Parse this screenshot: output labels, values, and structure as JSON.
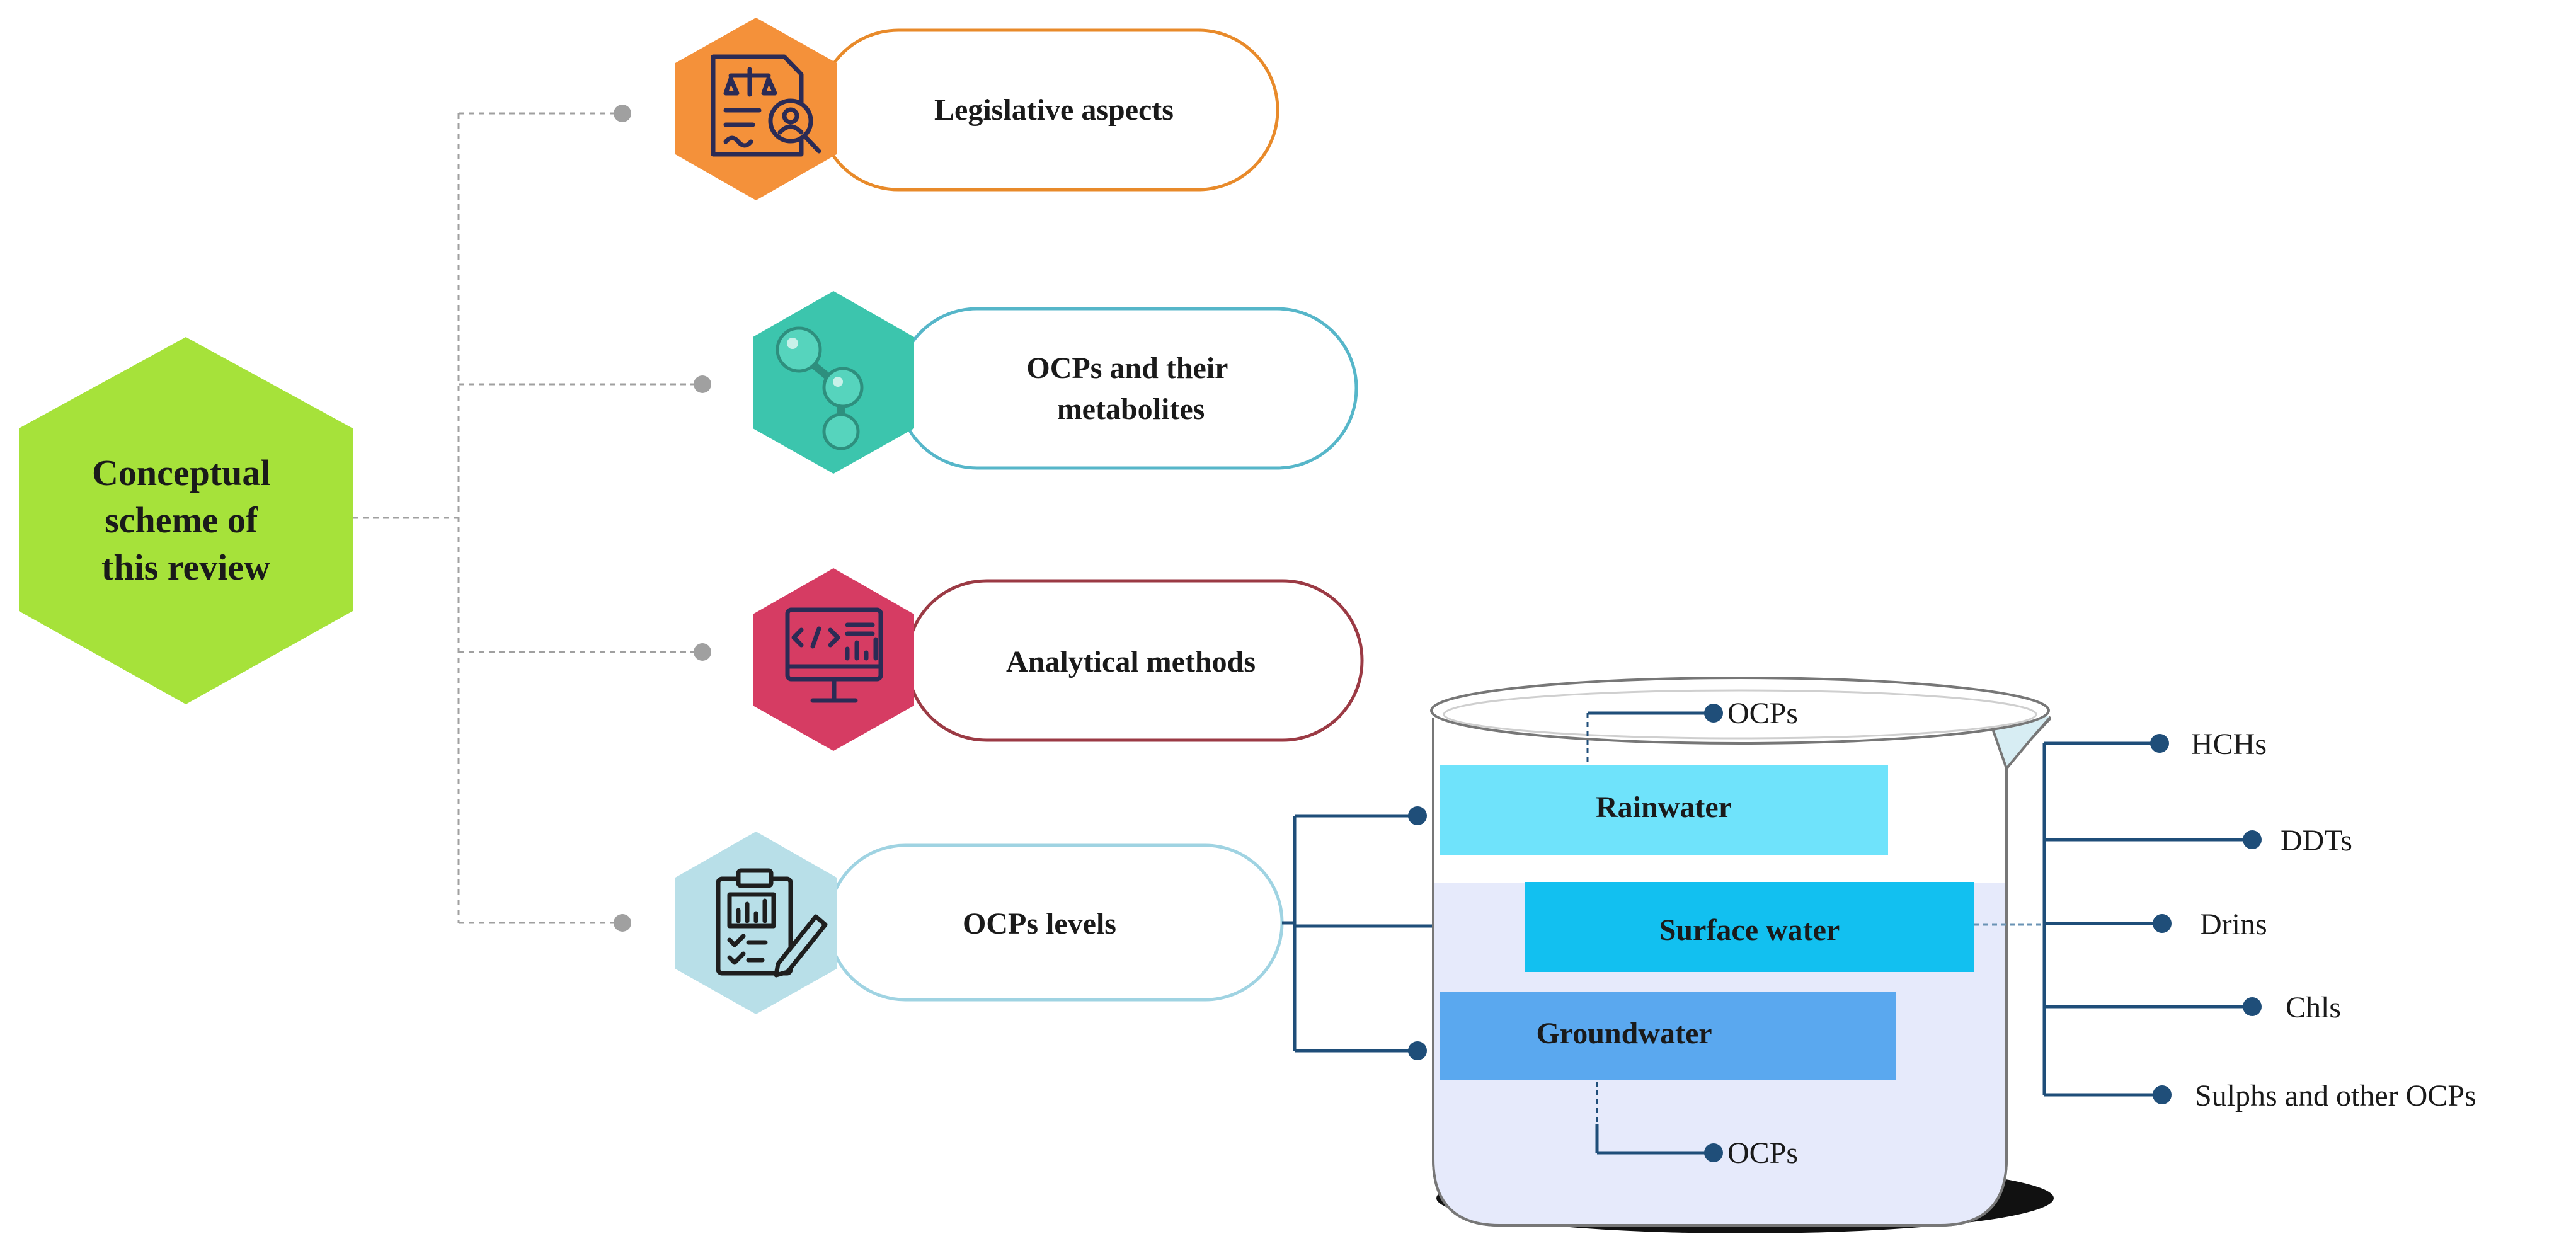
{
  "center": {
    "label_lines": [
      "Conceptual",
      "scheme of",
      "this review"
    ],
    "color": "#a6e23a"
  },
  "branches": [
    {
      "id": "legislative",
      "label_lines": [
        "Legislative aspects"
      ],
      "hex_color": "#f4913a",
      "border_color": "#e88a2a",
      "icon": "legal-document-icon"
    },
    {
      "id": "ocps-metabolites",
      "label_lines": [
        "OCPs and their",
        "metabolites"
      ],
      "hex_color": "#3cc5ad",
      "border_color": "#56b6c9",
      "icon": "molecule-icon"
    },
    {
      "id": "analytical",
      "label_lines": [
        "Analytical methods"
      ],
      "hex_color": "#d63c63",
      "border_color": "#9b3a44",
      "icon": "computer-code-chart-icon"
    },
    {
      "id": "levels",
      "label_lines": [
        "OCPs levels"
      ],
      "hex_color": "#b8dfe8",
      "border_color": "#9fd3e2",
      "icon": "clipboard-chart-icon"
    }
  ],
  "beaker": {
    "layers": [
      {
        "id": "rainwater",
        "label": "Rainwater",
        "color": "#6fe3fb"
      },
      {
        "id": "surface-water",
        "label": "Surface water",
        "color": "#12c0f0"
      },
      {
        "id": "groundwater",
        "label": "Groundwater",
        "color": "#5aa8ef"
      }
    ],
    "top_ocps_label": "OCPs",
    "bottom_ocps_label": "OCPs"
  },
  "ocp_classes": [
    "HCHs",
    "DDTs",
    "Drins",
    "Chls",
    "Sulphs and other OCPs"
  ],
  "colors": {
    "connector_gray": "#9a9a9a",
    "connector_blue": "#1f4e79",
    "beaker_fill": "#e6eafb",
    "beaker_outline": "#777777"
  }
}
